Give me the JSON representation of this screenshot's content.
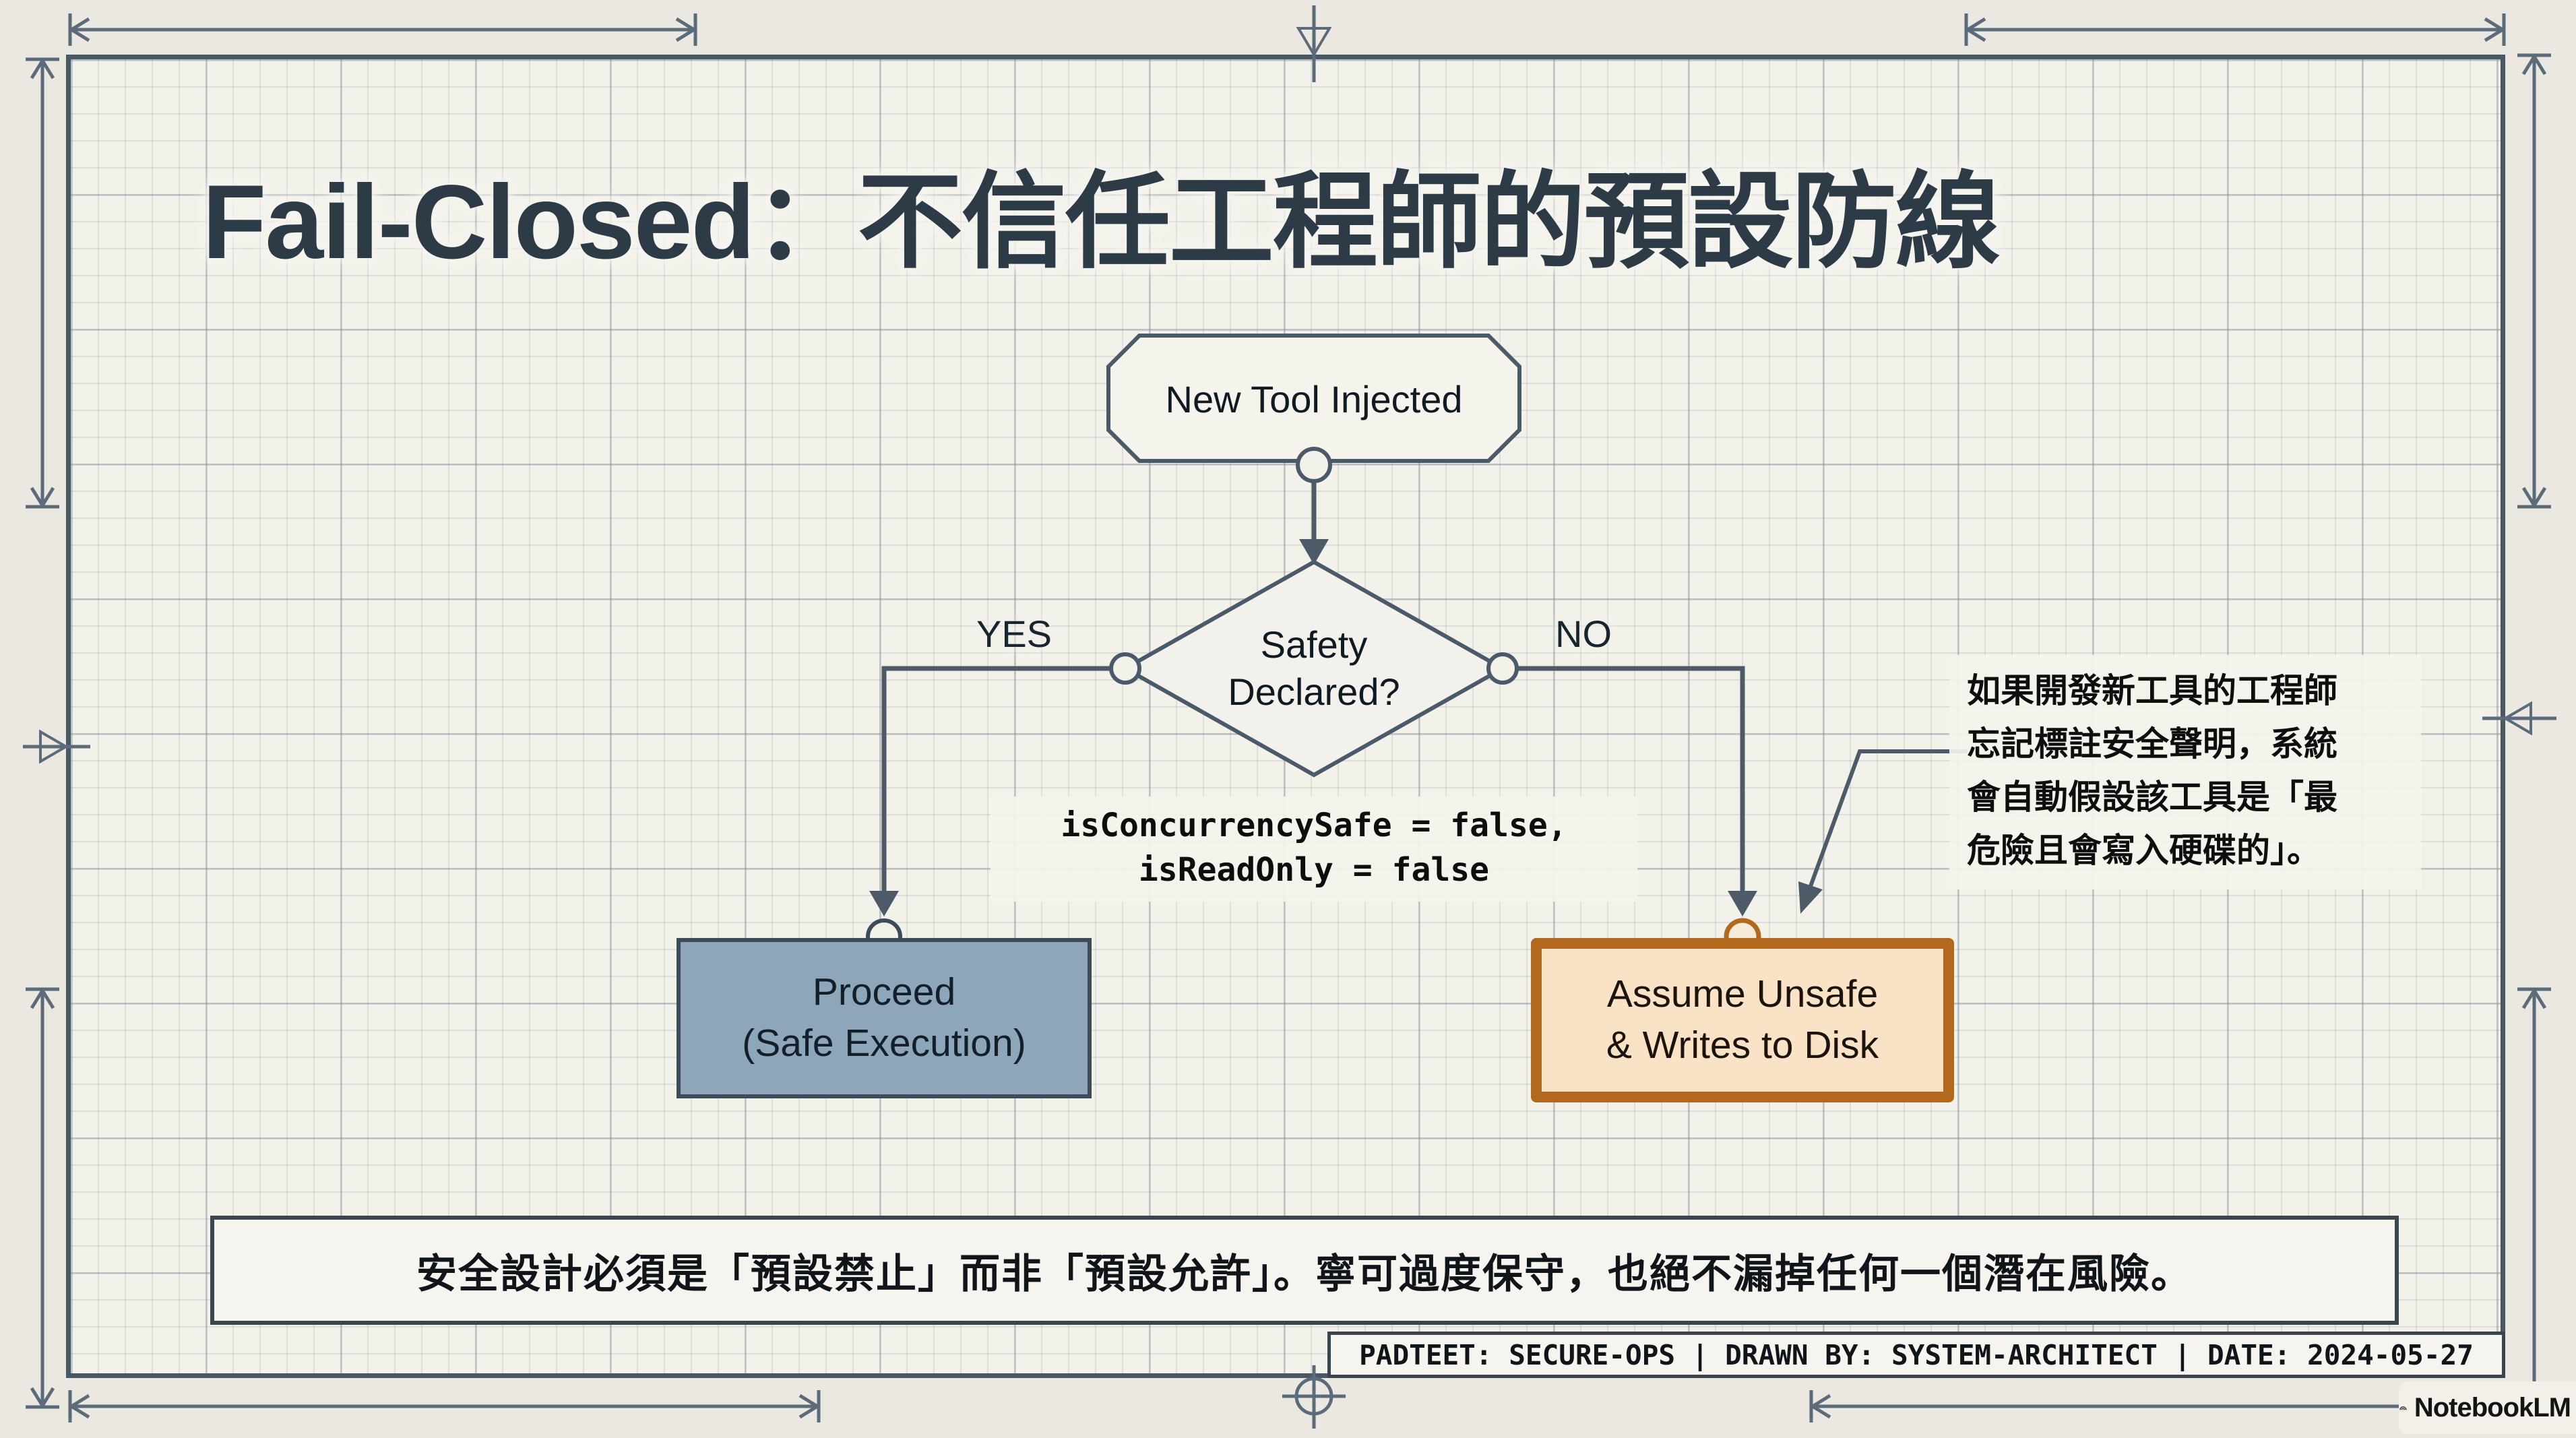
{
  "title": "Fail-Closed：不信任工程師的預設防線",
  "flow": {
    "start_label": "New Tool Injected",
    "decision_line1": "Safety",
    "decision_line2": "Declared?",
    "yes_label": "YES",
    "no_label": "NO",
    "code_line1": "isConcurrencySafe = false,",
    "code_line2": "isReadOnly = false",
    "proceed_line1": "Proceed",
    "proceed_line2": "(Safe Execution)",
    "unsafe_line1": "Assume Unsafe",
    "unsafe_line2": "& Writes to Disk",
    "annotation_line1": "如果開發新工具的工程師",
    "annotation_line2": "忘記標註安全聲明，系統",
    "annotation_line3": "會自動假設該工具是「最",
    "annotation_line4": "危險且會寫入硬碟的」。"
  },
  "banner_text": "安全設計必須是「預設禁止」而非「預設允許」。寧可過度保守，也絕不漏掉任何一個潛在風險。",
  "title_block_text": "PADTEET: SECURE-OPS | DRAWN BY: SYSTEM-ARCHITECT | DATE: 2024-05-27",
  "watermark_text": "NotebookLM",
  "colors": {
    "page_bg": "#eae8e1",
    "sheet_bg": "#f2f1ea",
    "line": "#4d5b68",
    "dimension": "#5c6b79",
    "proceed_fill": "#8ea6ba",
    "proceed_border": "#3d4c59",
    "unsafe_fill": "#f9e2c5",
    "unsafe_border": "#b2691e",
    "title_text": "#2d3b47"
  }
}
